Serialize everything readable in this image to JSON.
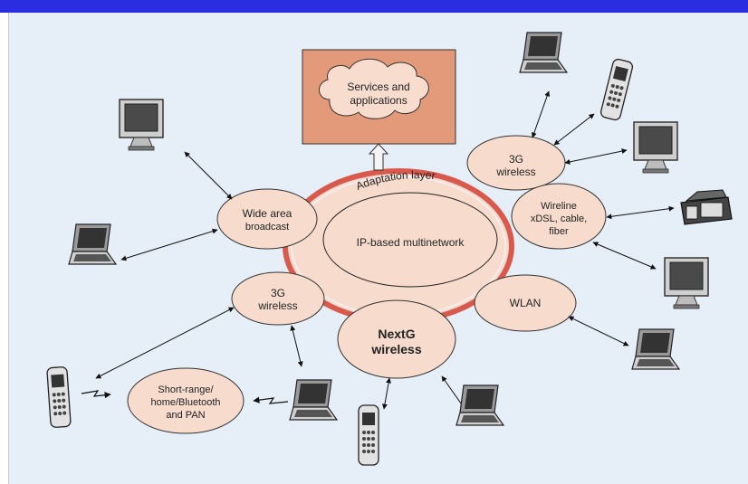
{
  "diagram": {
    "adaptation_layer": "Adaptation layer",
    "core": "IP-based multinetwork",
    "services": [
      "Services and",
      "applications"
    ],
    "nodes": {
      "wide_area": [
        "Wide area",
        "broadcast"
      ],
      "g3_left": [
        "3G",
        "wireless"
      ],
      "g3_top": [
        "3G",
        "wireless"
      ],
      "wireline": [
        "Wireline",
        "xDSL, cable,",
        "fiber"
      ],
      "wlan": [
        "WLAN"
      ],
      "nextg": [
        "NextG",
        "wireless"
      ],
      "short_range": [
        "Short-range/",
        "home/Bluetooth",
        "and PAN"
      ]
    }
  },
  "colors": {
    "topbar": "#2a2de0",
    "background": "#e6eef7",
    "node_fill": "#f7dccd",
    "ring_red": "#d9594c",
    "services_fill": "#e39a7b"
  },
  "icons": [
    "monitor-icon",
    "laptop-icon",
    "cellphone-icon",
    "desk-phone-icon"
  ]
}
